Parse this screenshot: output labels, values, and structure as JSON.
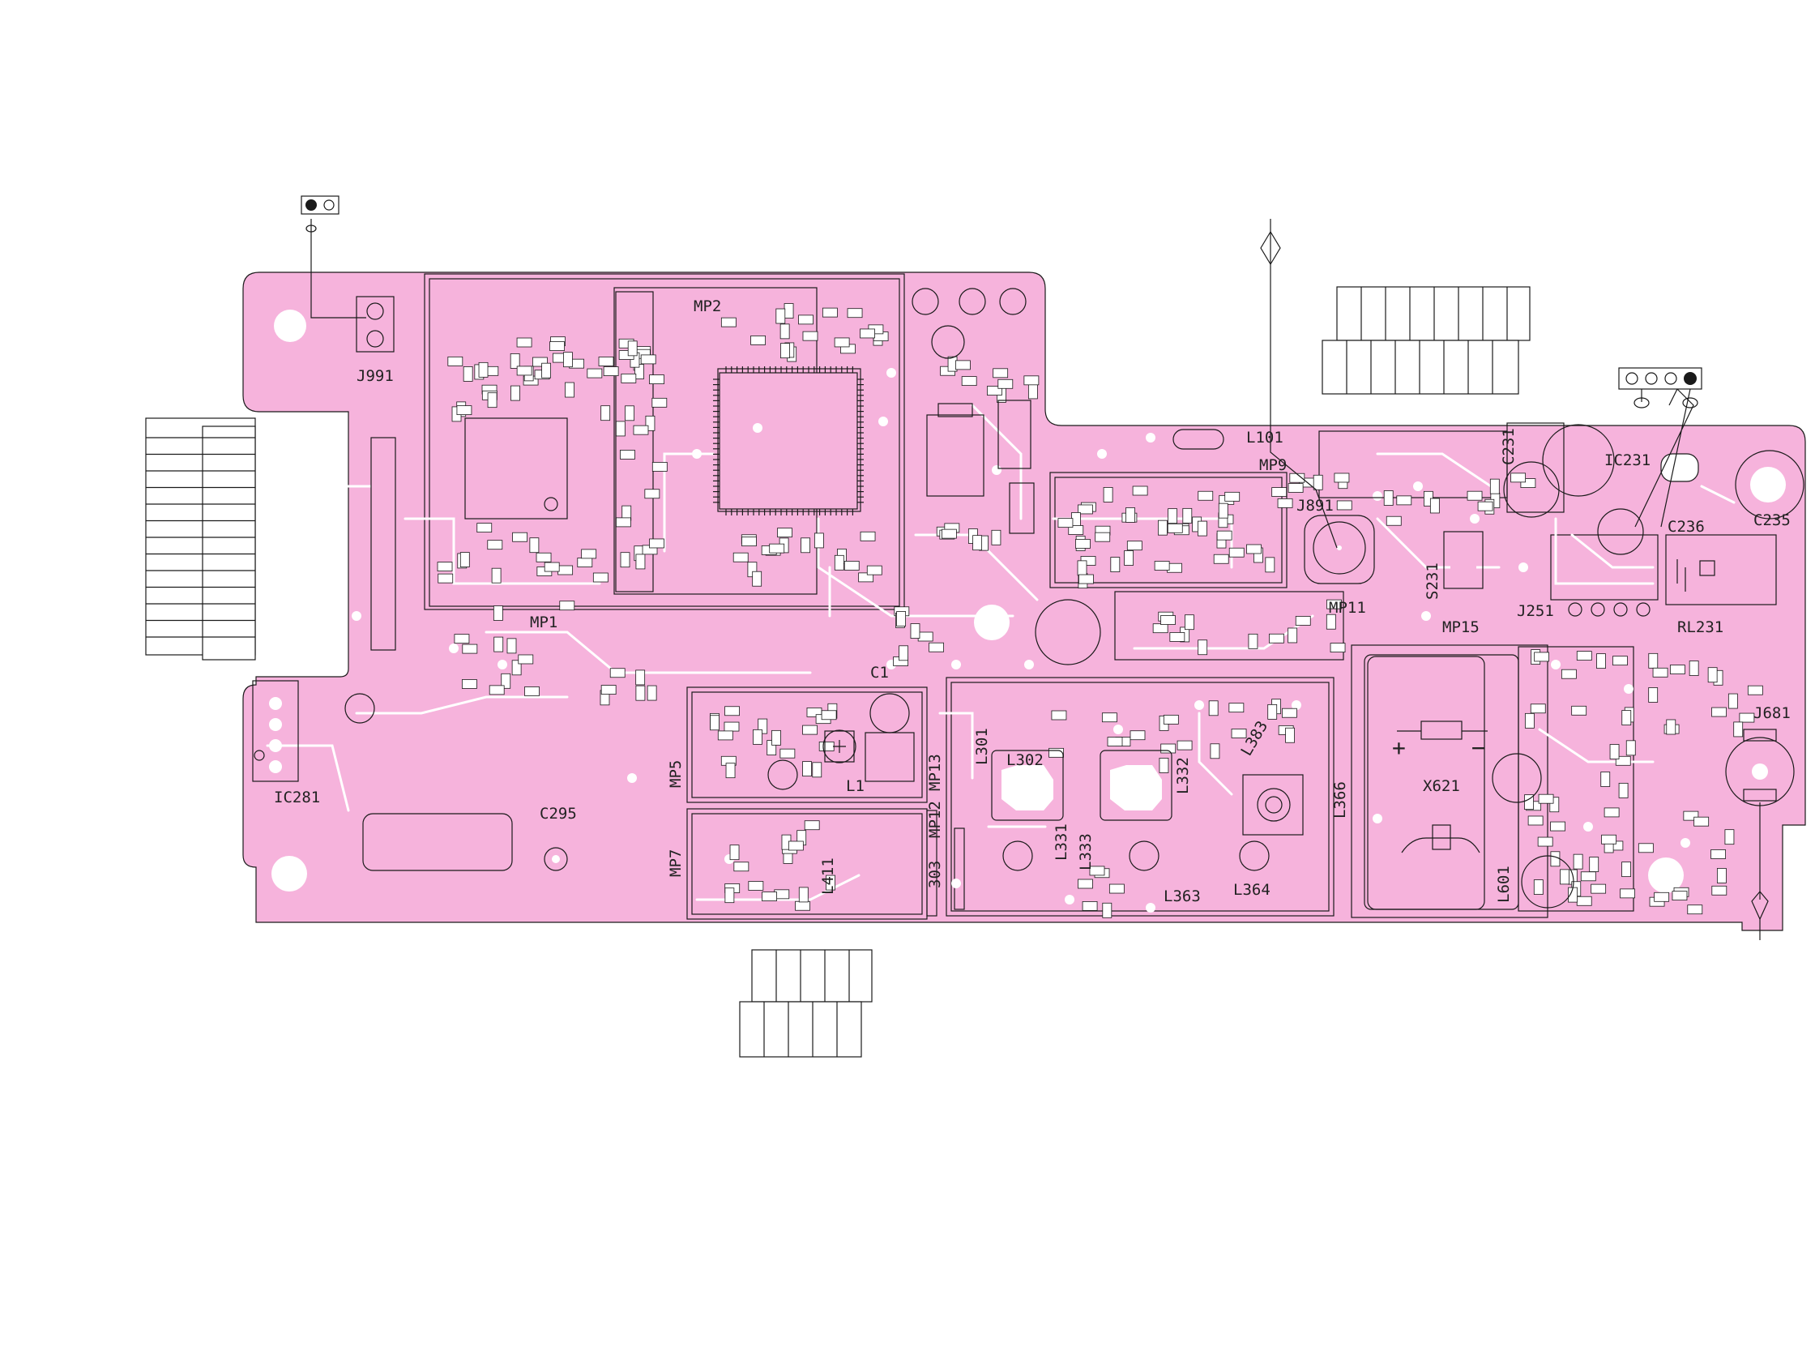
{
  "diagram": {
    "type": "pcb-component-layout",
    "colors": {
      "board": "#f6b3dc",
      "trace": "#ffffff",
      "line": "#1a1a1a",
      "text": "#222222",
      "background": "#ffffff"
    },
    "labels": {
      "j991": "J991",
      "ic281": "IC281",
      "c295": "C295",
      "mp1": "MP1",
      "mp2": "MP2",
      "mp5": "MP5",
      "mp7": "MP7",
      "mp12": "MP12",
      "mp13": "MP13",
      "n303": "303",
      "c1": "C1",
      "l1": "L1",
      "l411": "L411",
      "l301": "L301",
      "l302": "L302",
      "l331": "L331",
      "l332": "L332",
      "l333": "L333",
      "l363": "L363",
      "l364": "L364",
      "l383": "L383",
      "l366": "L366",
      "l101": "L101",
      "mp9": "MP9",
      "j891": "J891",
      "mp11": "MP11",
      "c231": "C231",
      "ic231": "IC231",
      "c235": "C235",
      "c236": "C236",
      "j251": "J251",
      "rl231": "RL231",
      "mp15": "MP15",
      "s231": "S231",
      "x621": "X621",
      "l601": "L601",
      "j681": "J681",
      "plus": "+",
      "minus": "−"
    }
  }
}
